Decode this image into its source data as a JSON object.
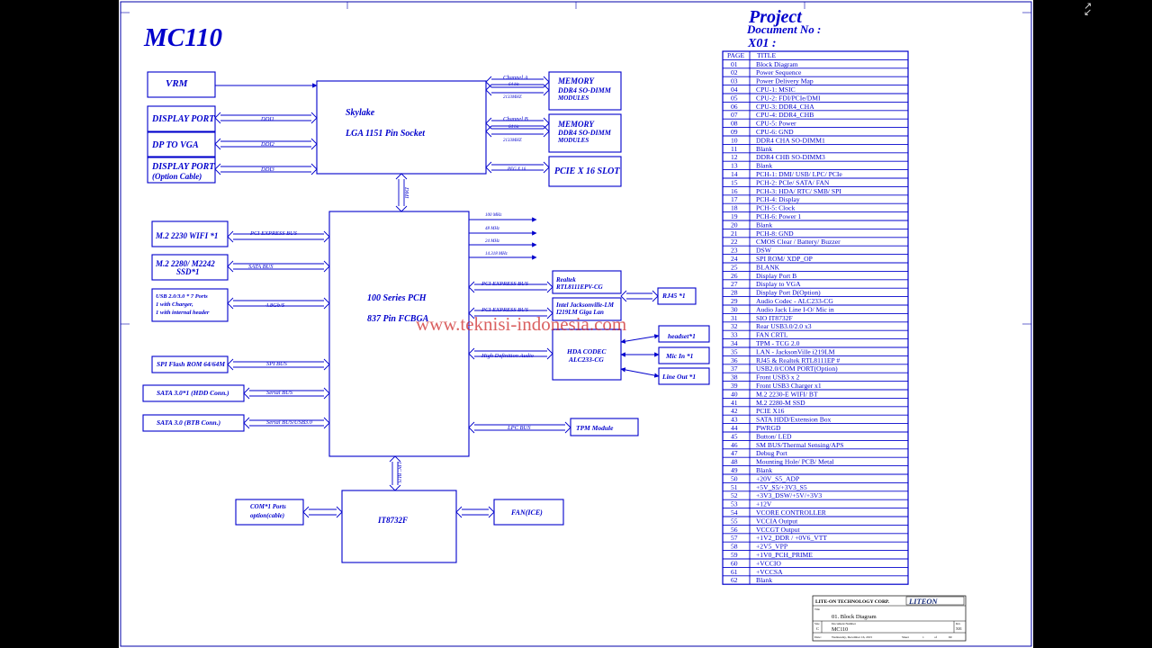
{
  "diagram": {
    "title": "MC110",
    "header": {
      "project": "Project",
      "document_no": "Document No :",
      "doc_code": "X01 :"
    },
    "watermark": "www.teknisi-indonesia.com",
    "blocks": {
      "vrm": "VRM",
      "display_port": "DISPLAY PORT",
      "dp_to_vga": "DP TO VGA",
      "display_port_opt_1": "DISPLAY PORT",
      "display_port_opt_2": "(Option Cable)",
      "cpu_1": "Skylake",
      "cpu_2": "LGA 1151 Pin Socket",
      "mem_a_1": "MEMORY",
      "mem_a_2": "DDR4 SO-DIMM",
      "mem_a_3": "MODULES",
      "mem_b_1": "MEMORY",
      "mem_b_2": "DDR4 SO-DIMM",
      "mem_b_3": "MODULES",
      "pcie_slot": "PCIE X 16 SLOT",
      "wifi": "M.2 2230 WIFI *1",
      "ssd_1": "M.2 2280/ M2242",
      "ssd_2": "SSD*1",
      "usb_1": "USB 2.0/3.0 * 7 Ports",
      "usb_2": "1 with Charger,",
      "usb_3": "1 with internal header",
      "pch_1": "100 Series PCH",
      "pch_2": "837 Pin FCBGA",
      "lan_1_a": "Realtek",
      "lan_1_b": "RTL8111EPV-CG",
      "lan_2_a": "Intel Jacksonville-LM",
      "lan_2_b": "I219LM Giga Lan",
      "rj45": "RJ45 *1",
      "hda_1": "HDA CODEC",
      "hda_2": "ALC233-CG",
      "headset": "headset*1",
      "mic_in": "Mic In *1",
      "line_out": "Line Out *1",
      "spi_flash": "SPI Flash ROM 64/64M",
      "sata_hdd": "SATA 3.0*1 (HDD Conn.)",
      "sata_btb": "SATA 3.0 (BTB Conn.)",
      "tpm": "TPM  Module",
      "com_1": "COM*1 Ports",
      "com_2": "option(cable)",
      "superio": "IT8732F",
      "fan": "FAN(ICE)"
    },
    "links": {
      "ddi1": "DDI1",
      "ddi2": "DDI2",
      "ddi3": "DDI3",
      "ch_a": "Channel A",
      "ch_a_bits": "64 bit",
      "ch_a_speed": "2133MHZ",
      "ch_b": "Channel B",
      "ch_b_bits": "64 bit",
      "ch_b_speed": "2133MHZ",
      "peg": "PEG X 16",
      "dmi": "DMI",
      "clk_100": "100 MHz",
      "clk_48": "48 MHz",
      "clk_24": "24 MHz",
      "clk_14": "14.318 MHz",
      "pcie_wifi": "PCI EXPRESS  BUS",
      "sata_ssd": "SATA  BUS",
      "usb_speed": "4.8Gb/S",
      "pcie_lan1": "PCI EXPRESS  BUS",
      "pcie_lan2": "PCI EXPRESS  BUS",
      "hda_link": "High Definition Audio",
      "spi_bus": "SPI BUS",
      "serial_1": "Serial BUS",
      "serial_2": "Serial BUS/USB3.0",
      "lpc": "LPC BUS",
      "lpc_v": "LPC BUS"
    },
    "page_index": {
      "header": [
        "PAGE",
        "TITLE"
      ],
      "rows": [
        [
          "01",
          "Block Diagram"
        ],
        [
          "02",
          "Power Sequence"
        ],
        [
          "03",
          "Power Delivery Map"
        ],
        [
          "04",
          "CPU-1: MSIC"
        ],
        [
          "05",
          "CPU-2: FDI/PCIe/DMI"
        ],
        [
          "06",
          "CPU-3: DDR4_CHA"
        ],
        [
          "07",
          "CPU-4: DDR4_CHB"
        ],
        [
          "08",
          "CPU-5: Power"
        ],
        [
          "09",
          "CPU-6: GND"
        ],
        [
          "10",
          "DDR4 CHA SO-DIMM1"
        ],
        [
          "11",
          "Blank"
        ],
        [
          "12",
          "DDR4 CHB SO-DIMM3"
        ],
        [
          "13",
          "Blank"
        ],
        [
          "14",
          "PCH-1: DMI/ USB/ LPC/ PCIe"
        ],
        [
          "15",
          "PCH-2: PCIe/ SATA/ FAN"
        ],
        [
          "16",
          "PCH-3: HDA/ RTC/ SMB/ SPI"
        ],
        [
          "17",
          "PCH-4: Display"
        ],
        [
          "18",
          "PCH-5: Clock"
        ],
        [
          "19",
          "PCH-6: Power 1"
        ],
        [
          "20",
          "Blank"
        ],
        [
          "21",
          "PCH-8: GND"
        ],
        [
          "22",
          "CMOS Clear / Battery/ Buzzer"
        ],
        [
          "23",
          "DSW"
        ],
        [
          "24",
          "SPI ROM/ XDP_OP"
        ],
        [
          "25",
          "BLANK"
        ],
        [
          "26",
          "Display Port B"
        ],
        [
          "27",
          "Display to VGA"
        ],
        [
          "28",
          "Display Port D(Option)"
        ],
        [
          "29",
          "Audio Codec - ALC233-CG"
        ],
        [
          "30",
          "Audio Jack Line I-O/ Mic in"
        ],
        [
          "31",
          "SIO IT8732F"
        ],
        [
          "32",
          "Rear USB3.0/2.0 x3"
        ],
        [
          "33",
          "FAN CRTL"
        ],
        [
          "34",
          "TPM - TCG 2.0"
        ],
        [
          "35",
          "LAN - JacksonVille i219LM"
        ],
        [
          "36",
          "RJ45 & Realtek RTL8111EP #"
        ],
        [
          "37",
          "USB2.0/COM PORT(Option)"
        ],
        [
          "38",
          "Front USB3 x 2"
        ],
        [
          "39",
          "Front USB3 Charger x1"
        ],
        [
          "40",
          "M.2 2230-E WIFI/ BT"
        ],
        [
          "41",
          "M.2 2280-M SSD"
        ],
        [
          "42",
          "PCIE X16"
        ],
        [
          "43",
          "SATA HDD/Extension Box"
        ],
        [
          "44",
          "PWRGD"
        ],
        [
          "45",
          "Button/ LED"
        ],
        [
          "46",
          "SM BUS/Thermal Sensing/APS"
        ],
        [
          "47",
          "Debug Port"
        ],
        [
          "48",
          "Mounting Hole/ PCB/ Metal"
        ],
        [
          "49",
          "Blank"
        ],
        [
          "50",
          "+20V_S5_ADP"
        ],
        [
          "51",
          "+5V_S5/+3V3_S5"
        ],
        [
          "52",
          "+3V3_DSW/+5V/+3V3"
        ],
        [
          "53",
          "+12V"
        ],
        [
          "54",
          "VCORE CONTROLLER"
        ],
        [
          "55",
          "VCCIA Output"
        ],
        [
          "56",
          "VCCGT Output"
        ],
        [
          "57",
          "+1V2_DDR / +0V6_VTT"
        ],
        [
          "58",
          "+2V5_VPP"
        ],
        [
          "59",
          "+1V0_PCH_PRIME"
        ],
        [
          "60",
          "+VCCIO"
        ],
        [
          "61",
          "+VCCSA"
        ],
        [
          "62",
          "Blank"
        ]
      ]
    },
    "title_block": {
      "company": "LITE-ON TECHNOLOGY CORP.",
      "logo": "LITEON",
      "title_label": "Title",
      "title": "01. Block Diagram",
      "size_label": "Size",
      "size": "C",
      "docnum_label": "Document Number",
      "docnum": "MC110",
      "rev_label": "Rev",
      "rev": "X01",
      "date_label": "Date:",
      "date": "Wednesday, December 16, 2015",
      "sheet_label": "Sheet",
      "sheet": "1",
      "of_label": "of",
      "of": "69"
    },
    "colors": {
      "line": "#0000cc",
      "text": "#0000cc",
      "frame": "#0000aa",
      "watermark": "#cc2222"
    }
  }
}
